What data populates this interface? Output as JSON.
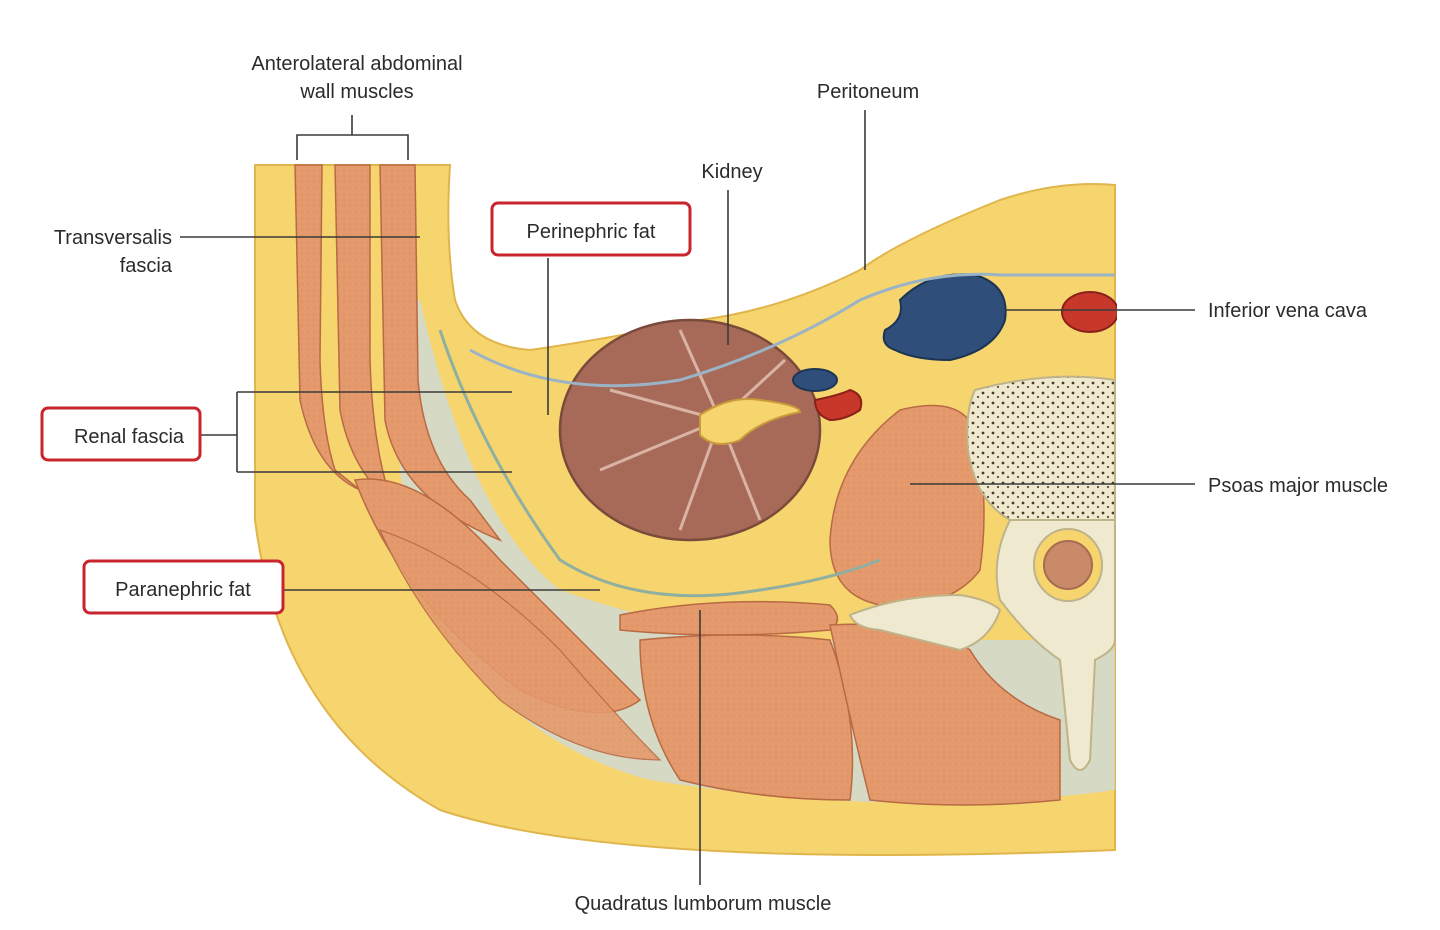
{
  "labels": {
    "anterolateral_line1": "Anterolateral abdominal",
    "anterolateral_line2": "wall muscles",
    "peritoneum": "Peritoneum",
    "kidney": "Kidney",
    "perinephric_fat": "Perinephric fat",
    "transversalis_line1": "Transversalis",
    "transversalis_line2": "fascia",
    "inferior_vena_cava": "Inferior vena cava",
    "renal_fascia": "Renal fascia",
    "psoas_major": "Psoas major muscle",
    "paranephric_fat": "Paranephric fat",
    "quadratus_lumborum": "Quadratus lumborum muscle"
  },
  "highlighted_labels": [
    "Perinephric fat",
    "Renal fascia",
    "Paranephric fat"
  ],
  "colors": {
    "fat": "#f6d46e",
    "muscle": "#e49a6c",
    "kidney": "#a86a58",
    "fascia": "#c9dbe8",
    "vein": "#2f4f7a",
    "artery": "#c8382a",
    "bone": "#efe9cf",
    "highlight_box": "#c8262c"
  }
}
